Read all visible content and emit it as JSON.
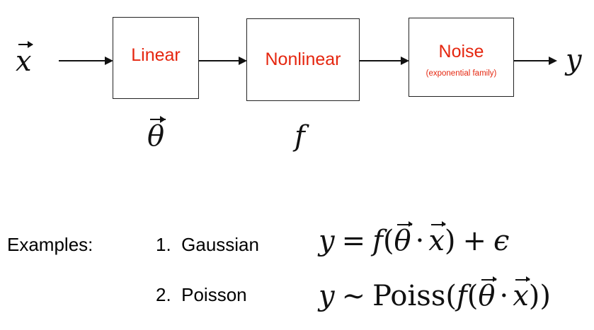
{
  "diagram": {
    "input_symbol": "x",
    "output_symbol": "y",
    "blocks": [
      {
        "label": "Linear",
        "sublabel": "",
        "param": "θ"
      },
      {
        "label": "Nonlinear",
        "sublabel": "",
        "param": "f"
      },
      {
        "label": "Noise",
        "sublabel": "(exponential family)",
        "param": ""
      }
    ],
    "accent_color": "#e5260f"
  },
  "examples": {
    "heading": "Examples:",
    "items": [
      {
        "label": "1.  Gaussian",
        "equation": {
          "lhs": "y",
          "relation": "=",
          "f": "f",
          "open": "(",
          "theta": "θ",
          "dot": "·",
          "x": "x",
          "close": ")",
          "plus": "+",
          "noise": "ϵ"
        }
      },
      {
        "label": "2.  Poisson",
        "equation": {
          "lhs": "y",
          "relation": "∼",
          "func": "Poiss",
          "open_outer": "(",
          "f": "f",
          "open": "(",
          "theta": "θ",
          "dot": "·",
          "x": "x",
          "close": ")",
          "close_outer": ")"
        }
      }
    ]
  }
}
